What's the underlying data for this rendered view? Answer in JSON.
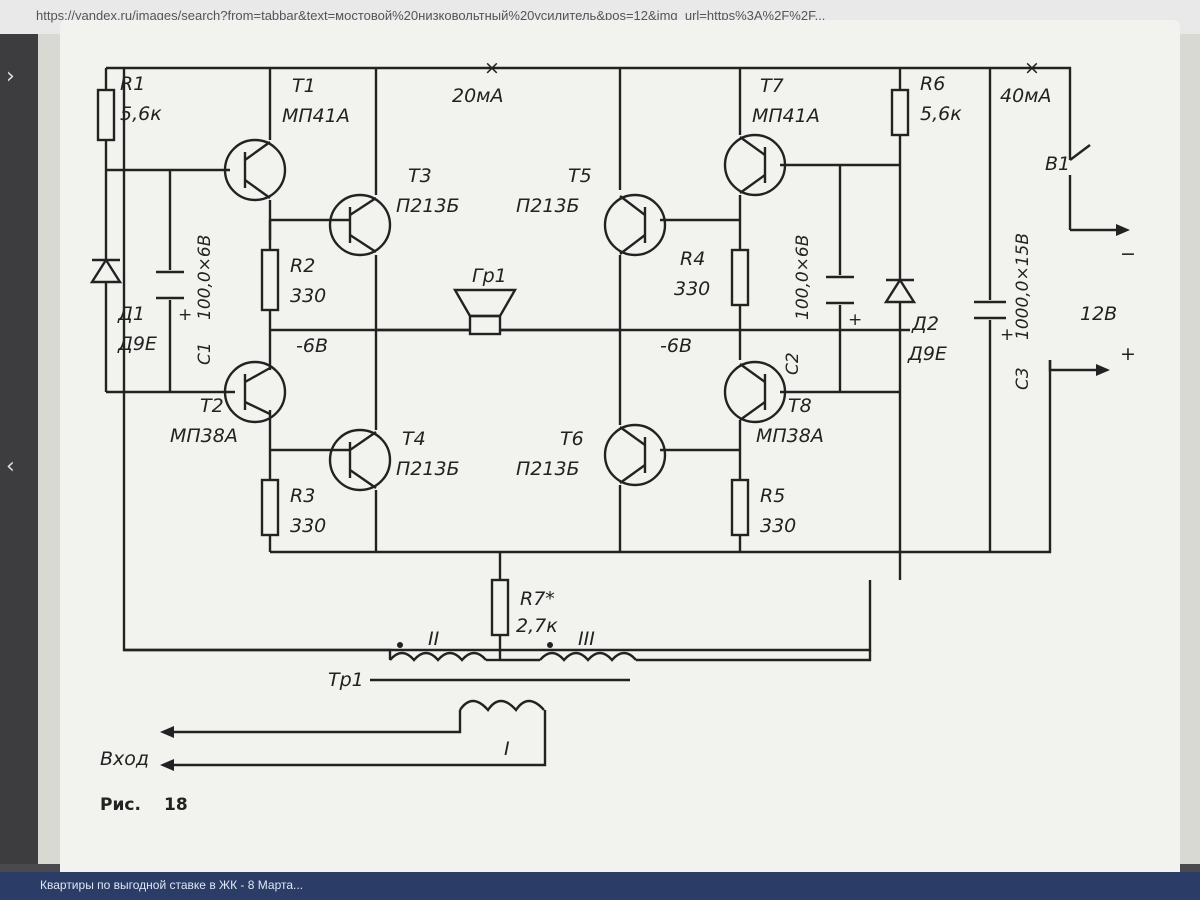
{
  "browser": {
    "url": "https://yandex.ru/images/search?from=tabbar&text=мостовой%20низковольтный%20усилитель&pos=12&img_url=https%3A%2F%2F..."
  },
  "taskbar": {
    "text": "Квартиры по выгодной ставке в ЖК - 8 Марта..."
  },
  "diagram": {
    "caption_prefix": "Рис.",
    "caption_number": "18",
    "current_left": "20мА",
    "current_right": "40мА",
    "voltage_left": "-6В",
    "voltage_right": "-6В",
    "supply": "12В",
    "input_label": "Вход",
    "transformer": "Тр1",
    "winding_1": "I",
    "winding_2": "II",
    "winding_3": "III",
    "switch": "В1",
    "speaker": "Гр1",
    "components": {
      "r1": {
        "name": "R1",
        "value": "5,6к"
      },
      "r2": {
        "name": "R2",
        "value": "330"
      },
      "r3": {
        "name": "R3",
        "value": "330"
      },
      "r4": {
        "name": "R4",
        "value": "330"
      },
      "r5": {
        "name": "R5",
        "value": "330"
      },
      "r6": {
        "name": "R6",
        "value": "5,6к"
      },
      "r7": {
        "name": "R7*",
        "value": "2,7к"
      },
      "c1": {
        "name": "С1",
        "value": "100,0×6В"
      },
      "c2": {
        "name": "С2",
        "value": "100,0×6В"
      },
      "c3": {
        "name": "С3",
        "value": "1000,0×15В"
      },
      "d1": {
        "name": "Д1",
        "value": "Д9Е"
      },
      "d2": {
        "name": "Д2",
        "value": "Д9Е"
      },
      "t1": {
        "name": "Т1",
        "value": "МП41А"
      },
      "t2": {
        "name": "Т2",
        "value": "МП38А"
      },
      "t3": {
        "name": "Т3",
        "value": "П213Б"
      },
      "t4": {
        "name": "Т4",
        "value": "П213Б"
      },
      "t5": {
        "name": "Т5",
        "value": "П213Б"
      },
      "t6": {
        "name": "Т6",
        "value": "П213Б"
      },
      "t7": {
        "name": "Т7",
        "value": "МП41А"
      },
      "t8": {
        "name": "Т8",
        "value": "МП38А"
      }
    },
    "colors": {
      "ink": "#222222",
      "paper": "#f2f2ee"
    }
  }
}
